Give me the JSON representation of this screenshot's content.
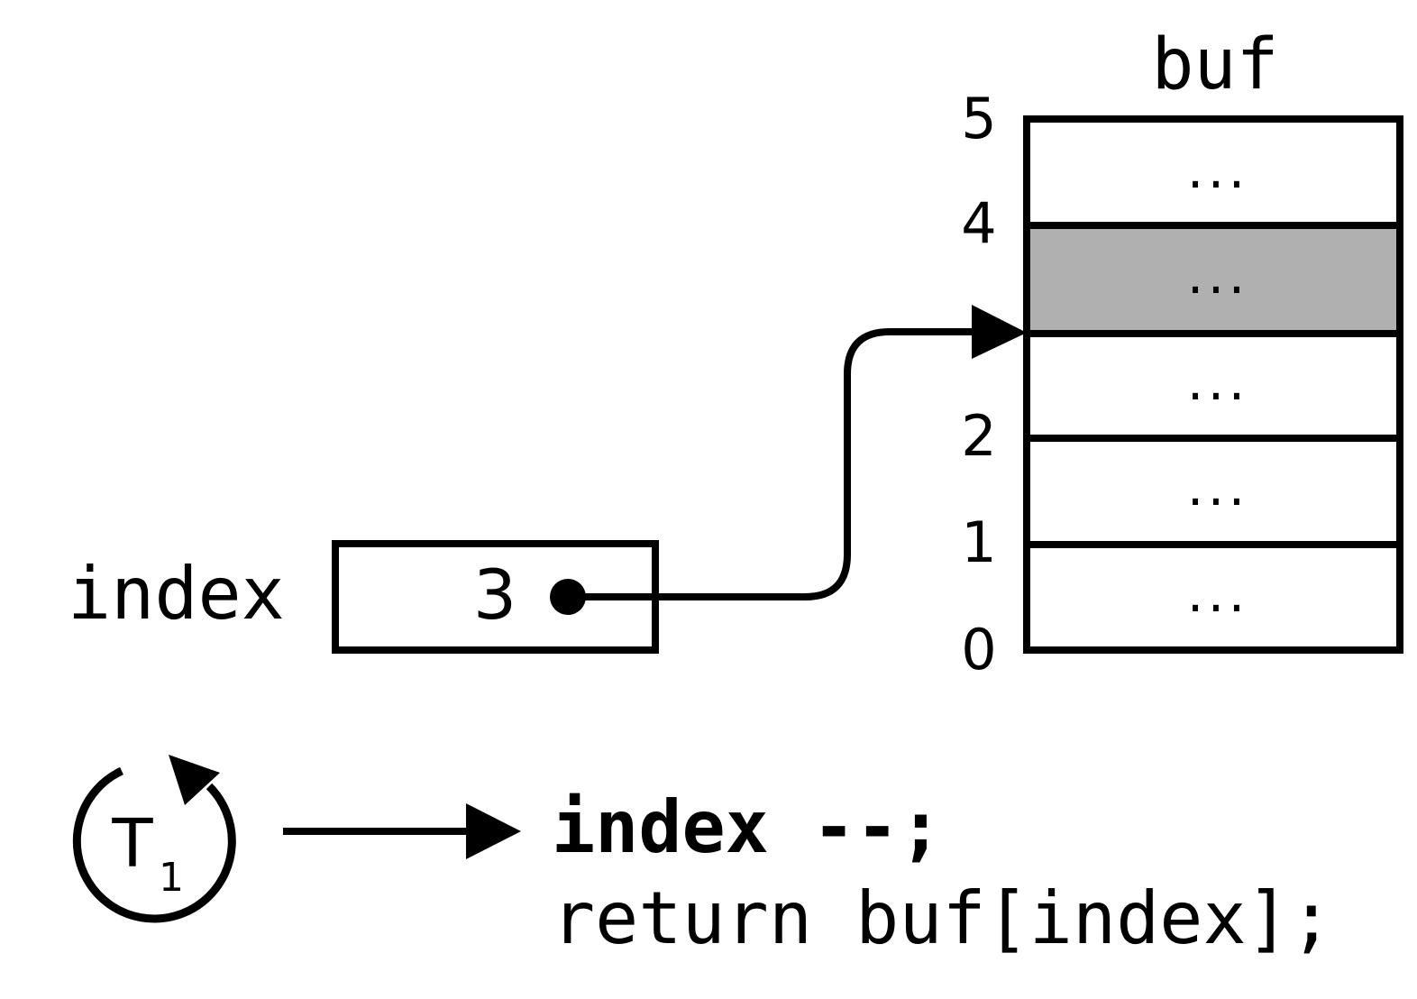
{
  "buffer": {
    "title": "buf",
    "cell_text": "...",
    "index_labels": [
      "5",
      "4",
      "2",
      "1",
      "0"
    ],
    "highlighted_slot": 3
  },
  "index_variable": {
    "label": "index",
    "value": "3"
  },
  "thread": {
    "letter": "T",
    "subscript": "1",
    "icon": "thread-cycle-icon"
  },
  "code": {
    "line1": "index --;",
    "line2": "return buf[index];"
  },
  "colors": {
    "stroke": "#000000",
    "highlight": "#b0b0b0",
    "background": "#ffffff"
  }
}
